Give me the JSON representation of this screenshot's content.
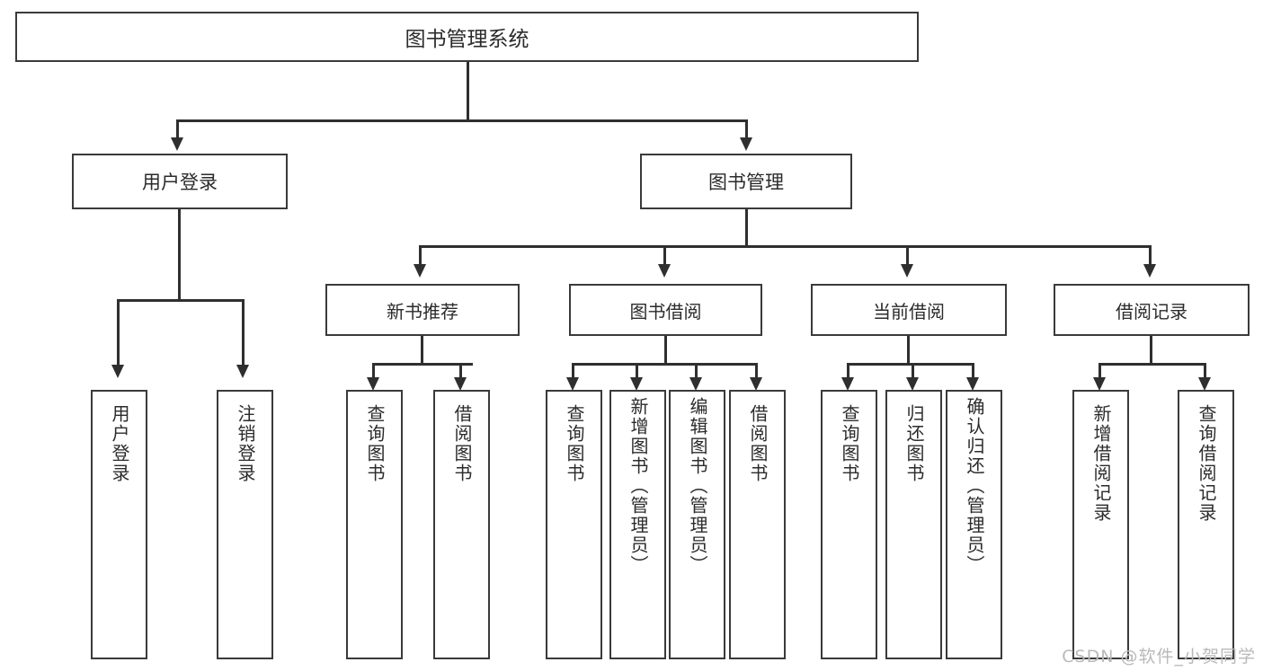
{
  "diagram": {
    "type": "tree-hierarchy",
    "title": "图书管理系统",
    "root": {
      "label": "图书管理系统"
    },
    "level2": [
      {
        "id": "user-login",
        "label": "用户登录"
      },
      {
        "id": "book-management",
        "label": "图书管理"
      }
    ],
    "level3": [
      {
        "id": "new-book-recommend",
        "label": "新书推荐",
        "parent": "book-management"
      },
      {
        "id": "book-borrow",
        "label": "图书借阅",
        "parent": "book-management"
      },
      {
        "id": "current-borrow",
        "label": "当前借阅",
        "parent": "book-management"
      },
      {
        "id": "borrow-record",
        "label": "借阅记录",
        "parent": "book-management"
      }
    ],
    "leaves": [
      {
        "id": "leaf-user-login",
        "label": "用户登录",
        "parent": "user-login"
      },
      {
        "id": "leaf-logout-login",
        "label": "注销登录",
        "parent": "user-login"
      },
      {
        "id": "leaf-query-book-1",
        "label": "查询图书",
        "parent": "new-book-recommend"
      },
      {
        "id": "leaf-borrow-book-1",
        "label": "借阅图书",
        "parent": "new-book-recommend"
      },
      {
        "id": "leaf-query-book-2",
        "label": "查询图书",
        "parent": "book-borrow"
      },
      {
        "id": "leaf-add-book-admin",
        "label": "新增图书（管理员）",
        "parent": "book-borrow"
      },
      {
        "id": "leaf-edit-book-admin",
        "label": "编辑图书（管理员）",
        "parent": "book-borrow"
      },
      {
        "id": "leaf-borrow-book-2",
        "label": "借阅图书",
        "parent": "book-borrow"
      },
      {
        "id": "leaf-query-book-3",
        "label": "查询图书",
        "parent": "current-borrow"
      },
      {
        "id": "leaf-return-book",
        "label": "归还图书",
        "parent": "current-borrow"
      },
      {
        "id": "leaf-confirm-return-admin",
        "label": "确认归还（管理员）",
        "parent": "current-borrow"
      },
      {
        "id": "leaf-add-borrow-record",
        "label": "新增借阅记录",
        "parent": "borrow-record"
      },
      {
        "id": "leaf-query-borrow-record",
        "label": "查询借阅记录",
        "parent": "borrow-record"
      }
    ]
  },
  "watermark": {
    "text": "CSDN @软件_小贺同学"
  },
  "colors": {
    "box_border": "#3a3a3a",
    "connector": "#2f2f2f",
    "text": "#2b2b2b",
    "background": "#ffffff",
    "watermark": "#b9b9b9"
  }
}
